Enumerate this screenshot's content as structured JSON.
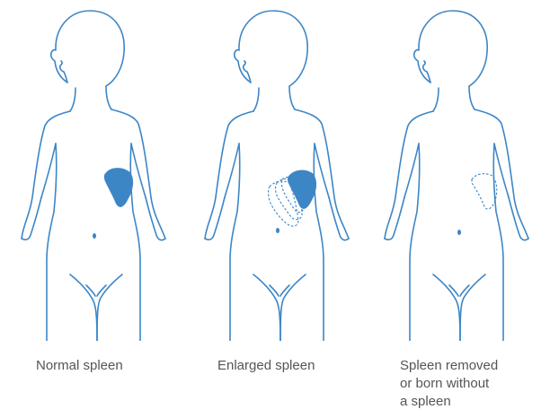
{
  "colors": {
    "figure_stroke": "#3d86c6",
    "spleen_fill": "#3d86c6",
    "caption_text": "#555555",
    "background": "#ffffff"
  },
  "panels": [
    {
      "caption": "Normal spleen",
      "spleen_state": "normal"
    },
    {
      "caption": "Enlarged spleen",
      "spleen_state": "enlarged"
    },
    {
      "caption": "Spleen removed\nor born without\na spleen",
      "spleen_state": "absent"
    }
  ]
}
